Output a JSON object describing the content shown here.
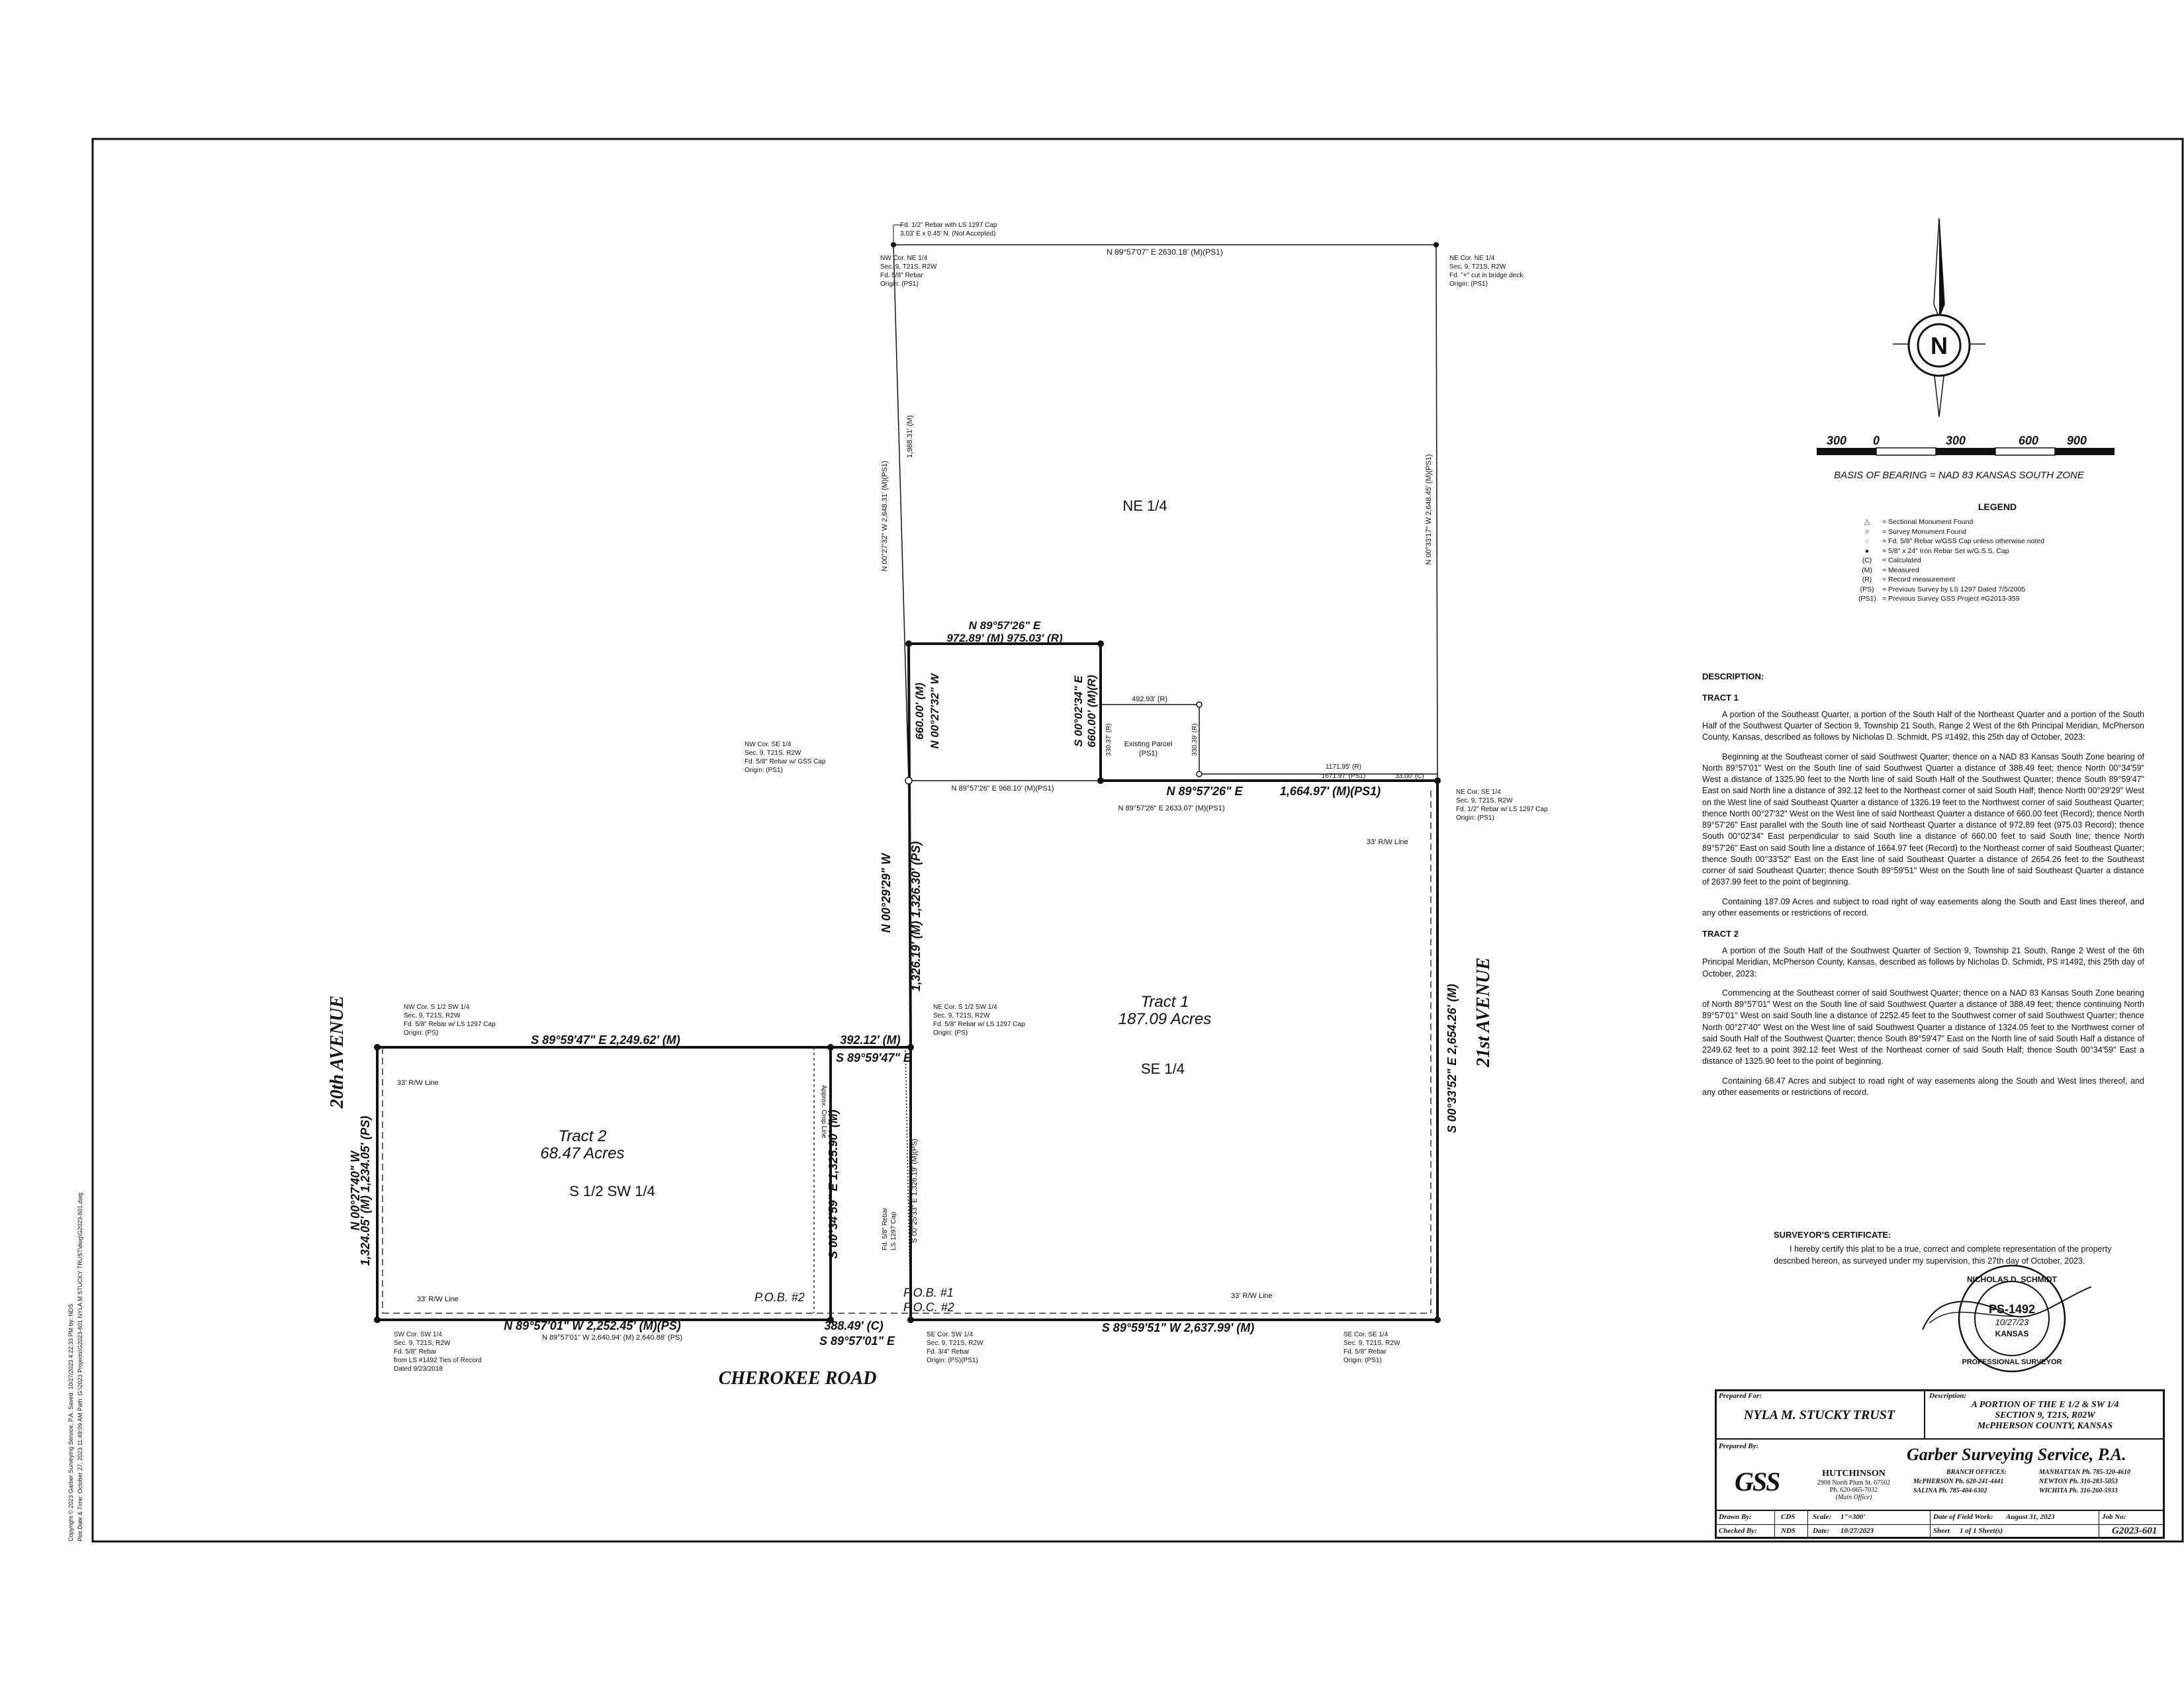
{
  "labels": {
    "ne_quarter": "NE 1/4",
    "se_quarter": "SE 1/4",
    "s_half_sw": "S 1/2 SW 1/4",
    "tract1_name": "Tract 1",
    "tract1_acres": "187.09 Acres",
    "tract2_name": "Tract 2",
    "tract2_acres": "68.47 Acres",
    "existing_parcel": "Existing Parcel",
    "existing_parcel_ref": "(PS1)",
    "road_20th": "20th AVENUE",
    "road_21st": "21st AVENUE",
    "road_cherokee": "CHEROKEE ROAD",
    "pob1": "P.O.B. #1",
    "poc2": "P.O.C. #2",
    "pob2": "P.O.B. #2",
    "rw_line": "33' R/W Line",
    "approx_crop_line": "Approx. Crop Line"
  },
  "bearings": {
    "north_line": "N 89°57'07\" E  2630.18' (M)(PS1)",
    "parcel_top_bearing": "N 89°57'26\" E",
    "parcel_top_dist": "972.89' (M)  975.03' (R)",
    "parcel_west_bearing": "N 00°27'32\" W",
    "parcel_west_dist": "660.00' (M)",
    "parcel_east_bearing": "S 00°02'34\" E",
    "parcel_east_dist": "660.00' (M)(R)",
    "mid_line_bearing": "N 89°57'26\" E",
    "mid_line_dist": "1,664.97' (M)(PS1)",
    "mid_line_west": "N 89°57'26\" E  968.10' (M)(PS1)",
    "mid_line_below": "N 89°57'26\" E  2633.07' (M)(PS1)",
    "west_ne_line": "N 00°27'32\" W  2,648.31' (M)(PS1)",
    "west_ne_line_sub": "1,988.31' (M)",
    "east_ne_line": "N 00°33'17\" W  2,648.45' (M)(PS1)",
    "tract1_west_bearing": "N 00°29'29\" W",
    "tract1_west_dist": "1,326.19' (M) 1,326.30' (PS)",
    "tract1_east_bearing": "S 00°33'52\" E  2,654.26' (M)",
    "tract1_south": "S 89°59'51\" W  2,637.99' (M)",
    "tract2_north": "S 89°59'47\" E  2,249.62' (M)",
    "tract2_north_short": "392.12' (M)",
    "tract2_ne_bearing": "S 89°59'47\" E",
    "tract2_west_bearing": "N 00°27'40\" W",
    "tract2_west_dist": "1,324.05' (M) 1,234.05' (PS)",
    "tract2_east_bearing": "S 00°34'59\" E  1,325.90' (M)",
    "tract2_south": "N 89°57'01\" W  2,252.45' (M)(PS)",
    "tract2_south_sub": "N 89°57'01\" W  2,640.94' (M)  2,640.88' (PS)",
    "tract2_se_dist": "388.49' (C)",
    "tract2_se_bearing": "S 89°57'01\" E",
    "center_line": "S 00°25'33\" E  1,326.19' (M)(PS)",
    "parcel_small_top": "492.93' (R)",
    "parcel_small_side": "330.39' (R)",
    "parcel_small_side2": "330.37' (R)",
    "east_small": "1171.95' (R)",
    "east_small2": "1671.97' (PS1)",
    "east_small3": "33.00' (C)"
  },
  "monuments": {
    "top_rebar": [
      "Fd. 1/2\" Rebar with LS 1297 Cap",
      "3.03' E x 0.45' N. (Not Accepted)"
    ],
    "nw_ne": [
      "NW Cor. NE 1/4",
      "Sec. 9, T21S, R2W",
      "Fd. 5/8\" Rebar",
      "Origin: (PS1)"
    ],
    "ne_ne": [
      "NE Cor. NE 1/4",
      "Sec. 9, T21S, R2W",
      "Fd. \"+\" cut in bridge deck",
      "Origin: (PS1)"
    ],
    "nw_se": [
      "NW Cor. SE 1/4",
      "Sec. 9, T21S, R2W",
      "Fd. 5/8\" Rebar w/ GSS Cap",
      "Origin: (PS1)"
    ],
    "ne_se": [
      "NE Cor. SE 1/4",
      "Sec. 9, T21S, R2W",
      "Fd. 1/2\" Rebar w/ LS 1297 Cap",
      "Origin: (PS1)"
    ],
    "nw_s_half": [
      "NW Cor. S 1/2 SW 1/4",
      "Sec. 9, T21S, R2W",
      "Fd. 5/8\" Rebar w/ LS 1297 Cap",
      "Origin: (PS)"
    ],
    "ne_s_half": [
      "NE Cor. S 1/2 SW 1/4",
      "Sec. 9, T21S, R2W",
      "Fd. 5/8\" Rebar w/ LS 1297 Cap",
      "Origin: (PS)"
    ],
    "sw_sw": [
      "SW Cor. SW 1/4",
      "Sec. 9, T21S, R2W",
      "Fd. 5/8\" Rebar",
      "from LS #1492 Ties of Record",
      "Dated 9/23/2018"
    ],
    "se_sw": [
      "SE Cor. SW 1/4",
      "Sec. 9, T21S, R2W",
      "Fd. 3/4\" Rebar",
      "Origin: (PS)(PS1)"
    ],
    "se_se": [
      "SE Cor. SE 1/4",
      "Sec. 9, T21S, R2W",
      "Fd. 5/8\" Rebar",
      "Origin: (PS1)"
    ],
    "mid_rebar": [
      "Fd. 5/8\" Rebar",
      "LS 1297 Cap"
    ]
  },
  "north_arrow": {
    "letter": "N"
  },
  "scale": {
    "ticks": [
      "300",
      "0",
      "300",
      "600",
      "900"
    ],
    "basis": "BASIS OF BEARING = NAD 83 KANSAS SOUTH ZONE"
  },
  "legend": {
    "title": "LEGEND",
    "items": [
      {
        "sym": "△",
        "text": "= Sectional Monument Found"
      },
      {
        "sym": "○",
        "text": "= Survey Monument Found"
      },
      {
        "sym": "◌",
        "text": "= Fd. 5/8\" Rebar w/GSS Cap unless otherwise noted"
      },
      {
        "sym": "●",
        "text": "= 5/8\" x 24\" Iron Rebar Set w/G.S.S. Cap"
      },
      {
        "sym": "(C)",
        "text": "= Calculated"
      },
      {
        "sym": "(M)",
        "text": "= Measured"
      },
      {
        "sym": "(R)",
        "text": "= Record measurement"
      },
      {
        "sym": "(PS)",
        "text": "= Previous Survey by LS 1297 Dated 7/5/2005"
      },
      {
        "sym": "(PS1)",
        "text": "= Previous Survey GSS Project #G2013-359"
      }
    ]
  },
  "description": {
    "heading": "DESCRIPTION:",
    "tract1_heading": "TRACT 1",
    "tract1_p1": "A portion of the Southeast Quarter, a portion of the South Half of the Northeast Quarter and a portion of the South Half of the Southwest Quarter of Section 9, Township 21 South, Range 2 West of the 6th Principal Meridian, McPherson County, Kansas, described as follows by Nicholas D. Schmidt, PS #1492, this 25th day of October, 2023:",
    "tract1_p2": "Beginning at the Southeast corner of said Southwest Quarter; thence on a NAD 83 Kansas South Zone bearing of North 89°57'01\" West on the South line of said Southwest Quarter a distance of 388.49 feet; thence North 00°34'59\" West a distance of 1325.90 feet to the North line of said South Half of the Southwest Quarter; thence South 89°59'47\" East on said North line a distance of 392.12 feet to the Northeast corner of said South Half; thence North 00°29'29\" West on the West line of said Southeast Quarter a distance of 1326.19 feet to the Northwest corner of said Southeast Quarter; thence North 00°27'32\" West on the West line of said Northeast Quarter a distance of 660.00 feet (Record); thence North 89°57'26\" East parallel with the South line of said Northeast Quarter a distance of 972.89 feet (975.03 Record); thence South 00°02'34\" East perpendicular to said South line a distance of 660.00 feet to said South line; thence North 89°57'26\" East on said South line a distance of 1664.97 feet (Record) to the Northeast corner of said Southeast Quarter; thence South 00°33'52\" East on the East line of said Southeast Quarter a distance of 2654.26 feet to the Southeast corner of said Southeast Quarter; thence South 89°59'51\" West on the South line of said Southeast Quarter a distance of 2637.99 feet to the point of beginning.",
    "tract1_p3": "Containing 187.09 Acres and subject to road right of way easements along the South and East lines thereof, and any other easements or restrictions of record.",
    "tract2_heading": "TRACT 2",
    "tract2_p1": "A portion of the South Half of the Southwest Quarter of Section 9, Township 21 South, Range 2 West of the 6th Principal Meridian, McPherson County, Kansas, described as follows by Nicholas D. Schmidt, PS #1492, this 25th day of October, 2023:",
    "tract2_p2": "Commencing at the Southeast corner of said Southwest Quarter; thence on a NAD 83 Kansas South Zone bearing of North 89°57'01\" West on the South line of said Southwest Quarter a distance of 388.49 feet; thence continuing North 89°57'01\" West on said South line a distance of 2252.45 feet to the Southwest corner of said Southwest Quarter; thence North 00°27'40\" West on the West line of said Southwest Quarter a distance of 1324.05 feet to the Northwest corner of said South Half of the Southwest Quarter; thence South 89°59'47\" East on the North line of said South Half a distance of 2249.62 feet to a point 392.12 feet West of the Northeast corner of said South Half; thence South 00°34'59\" East a distance of 1325.90 feet to the point of beginning.",
    "tract2_p3": "Containing 68.47 Acres and subject to road right of way easements along the South and West lines thereof, and any other easements or restrictions of record."
  },
  "certificate": {
    "heading": "SURVEYOR'S CERTIFICATE:",
    "text": "I hereby certify this plat to be a true, correct and complete representation of the property described hereon, as surveyed under my supervision, this 27th day of October, 2023."
  },
  "seal": {
    "name": "NICHOLAS D. SCHMIDT",
    "license": "PS-1492",
    "state": "KANSAS",
    "profession": "PROFESSIONAL SURVEYOR",
    "date": "10/27/23"
  },
  "title_block": {
    "prepared_for_label": "Prepared For:",
    "prepared_for": "NYLA M. STUCKY TRUST",
    "description_label": "Description:",
    "description_lines": [
      "A PORTION OF THE E 1/2 & SW 1/4",
      "SECTION 9, T21S, R02W",
      "McPHERSON COUNTY, KANSAS"
    ],
    "prepared_by_label": "Prepared By:",
    "company": "Garber Surveying Service, P.A.",
    "logo": "GSS",
    "main_office": [
      "HUTCHINSON",
      "2908 North Plum St. 67502",
      "Ph. 620-665-7032",
      "(Main Office)"
    ],
    "branch_label": "BRANCH OFFICES:",
    "branches": [
      "McPHERSON  Ph. 620-241-4441",
      "SALINA  Ph. 785-404-6302",
      "MANHATTAN  Ph. 785-320-4610",
      "NEWTON  Ph. 316-283-5053",
      "WICHITA  Ph. 316-260-5933"
    ],
    "drawn_by_label": "Drawn By:",
    "drawn_by": "CDS",
    "checked_by_label": "Checked By:",
    "checked_by": "NDS",
    "scale_label": "Scale:",
    "scale_value": "1\"=300'",
    "date_label": "Date:",
    "date_value": "10/27/2023",
    "field_work_label": "Date of Field Work:",
    "field_work_value": "August 31, 2023",
    "sheet_label": "Sheet",
    "sheet_value": "1 of 1 Sheet(s)",
    "job_label": "Job No:",
    "job_value": "G2023-601"
  },
  "margin_note": [
    "Copyright © 2023 Garber Surveying Service, P.A.  Saved: 10/27/2023 4:22:33 PM  by: NDS",
    "Plot Date & Time: October 27, 2023  11:49:09 AM  Path: G:\\2023 Projects\\G2023-601 NYLA M STUCKY TRUST\\dwg\\G2023-601.dwg"
  ]
}
